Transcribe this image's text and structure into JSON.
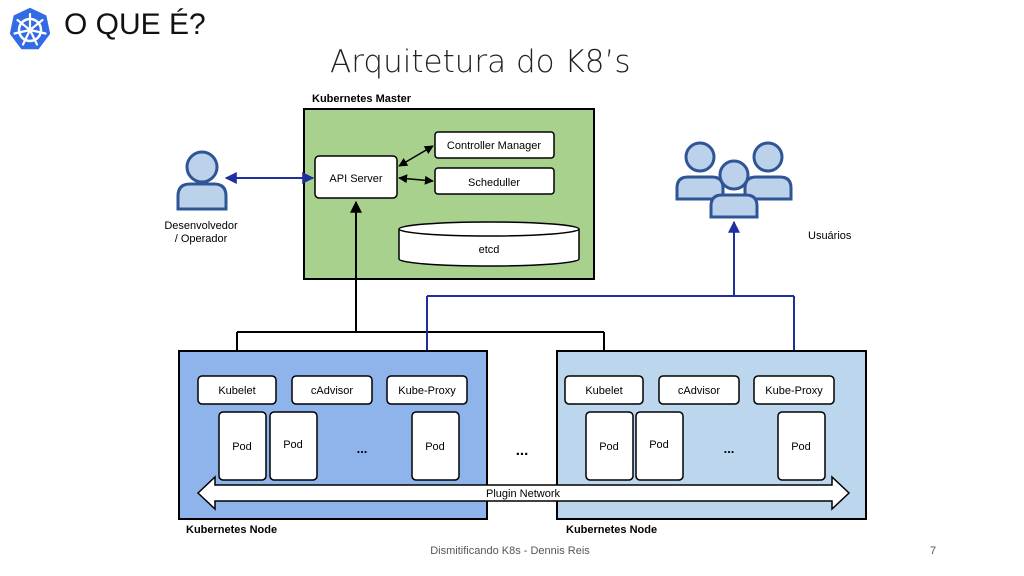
{
  "slide": {
    "title": "O QUE É?",
    "subtitle": "Arquitetura do K8’s",
    "footer": "Dismitificando K8s - Dennis Reis",
    "page_number": "7"
  },
  "icons": {
    "logo": "kubernetes-helm-icon",
    "user": "person-icon",
    "users": "people-group-icon"
  },
  "colors": {
    "master_fill": "#a9d18e",
    "node_left_fill": "#8fb4ec",
    "node_right_fill": "#bcd6ee",
    "arrow_blue": "#1f2f9e",
    "person_fill": "#bcd1ea",
    "person_stroke": "#2f5596",
    "logo_blue": "#326ce5"
  },
  "diagram": {
    "master": {
      "label": "Kubernetes Master",
      "api_server": "API Server",
      "controller_manager": "Controller Manager",
      "scheduler": "Scheduller",
      "etcd": "etcd"
    },
    "developer": {
      "line1": "Desenvolvedor",
      "line2": "/ Operador"
    },
    "users": "Usuários",
    "nodes": [
      {
        "label": "Kubernetes Node",
        "kubelet": "Kubelet",
        "cadvisor": "cAdvisor",
        "kube_proxy": "Kube-Proxy",
        "pods": [
          "Pod",
          "Pod",
          "Pod"
        ],
        "ellipsis": "..."
      },
      {
        "label": "Kubernetes Node",
        "kubelet": "Kubelet",
        "cadvisor": "cAdvisor",
        "kube_proxy": "Kube-Proxy",
        "pods": [
          "Pod",
          "Pod",
          "Pod"
        ],
        "ellipsis": "..."
      }
    ],
    "between_nodes": "...",
    "plugin_network": "Plugin Network"
  }
}
